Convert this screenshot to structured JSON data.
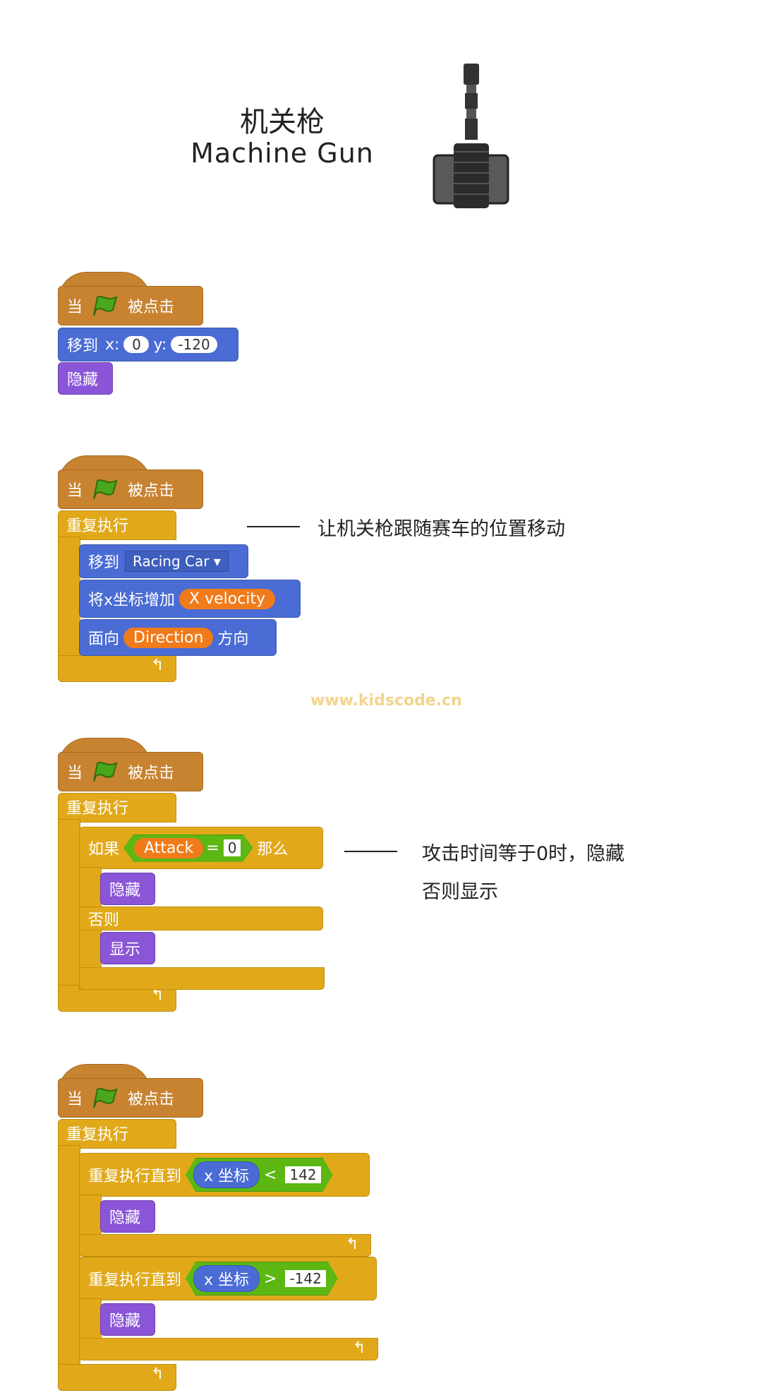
{
  "header": {
    "title_cn": "机关枪",
    "title_en": "Machine Gun",
    "sprite_icon": "machine-gun-sprite"
  },
  "watermark": "www.kidscode.cn",
  "hat": {
    "when": "当",
    "clicked": "被点击",
    "flag_color": "#4aa61a"
  },
  "script1": {
    "goto": "移到",
    "x_label": "x:",
    "x_value": "0",
    "y_label": "y:",
    "y_value": "-120",
    "hide": "隐藏"
  },
  "script2": {
    "forever": "重复执行",
    "goto": "移到",
    "goto_target": "Racing Car",
    "change_x": "将x坐标增加",
    "change_x_var": "X velocity",
    "point": "面向",
    "point_var": "Direction",
    "point_suffix": "方向",
    "note": "让机关枪跟随赛车的位置移动"
  },
  "script3": {
    "forever": "重复执行",
    "if": "如果",
    "if_var": "Attack",
    "if_op": "=",
    "if_value": "0",
    "then": "那么",
    "hide": "隐藏",
    "else": "否则",
    "show": "显示",
    "note_line1": "攻击时间等于0时，隐藏",
    "note_line2": "否则显示"
  },
  "script4": {
    "forever": "重复执行",
    "until1": "重复执行直到",
    "until1_var": "x 坐标",
    "until1_op": "<",
    "until1_value": "142",
    "hide1": "隐藏",
    "until2": "重复执行直到",
    "until2_var": "x 坐标",
    "until2_op": ">",
    "until2_value": "-142",
    "hide2": "隐藏"
  },
  "colors": {
    "events": "#c88330",
    "control": "#e1a91a",
    "motion": "#4a6cd4",
    "looks": "#8a55d7",
    "variable": "#f07b1b",
    "operator": "#5cb712"
  }
}
